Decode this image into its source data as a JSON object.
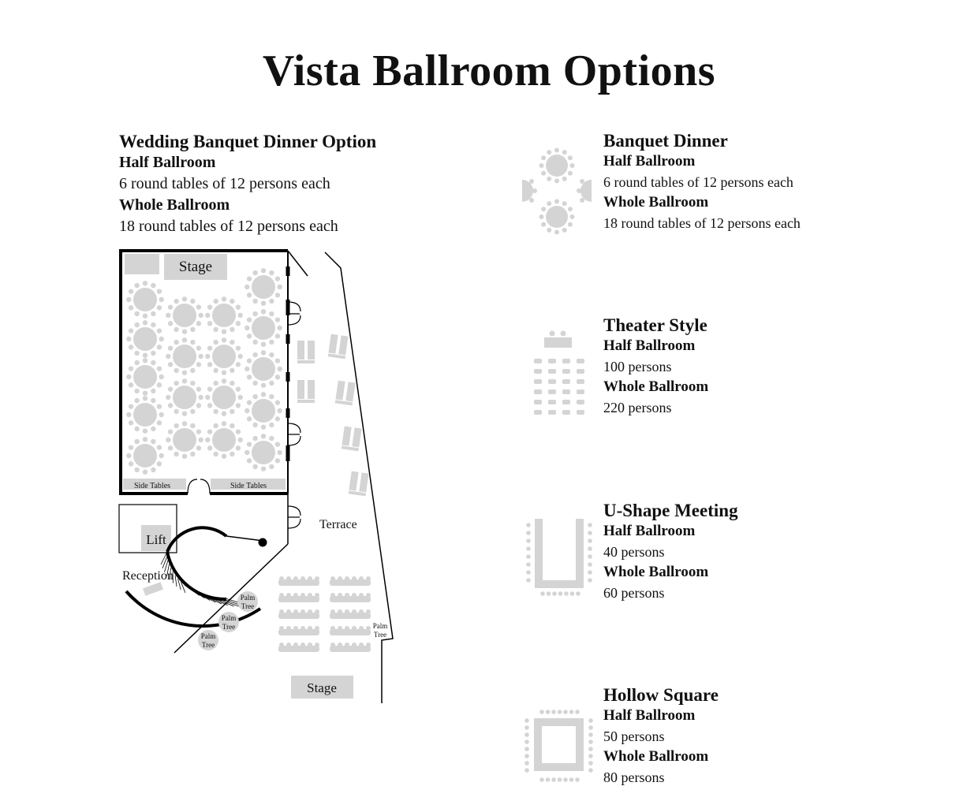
{
  "page": {
    "title": "Vista Ballroom Options"
  },
  "wedding": {
    "heading": "Wedding Banquet Dinner Option",
    "half_label": "Half Ballroom",
    "half_text": "6 round tables of 12 persons each",
    "whole_label": "Whole Ballroom",
    "whole_text": "18 round tables of 12 persons each"
  },
  "floorplan": {
    "stage_top": "Stage",
    "side_tables_left": "Side Tables",
    "side_tables_right": "Side Tables",
    "lift": "Lift",
    "reception": "Reception",
    "terrace": "Terrace",
    "palm_tree_1": [
      "Palm",
      "Tree"
    ],
    "palm_tree_2": [
      "Palm",
      "Tree"
    ],
    "palm_tree_3": [
      "Palm",
      "Tree"
    ],
    "palm_tree_4": [
      "Palm",
      "Tree"
    ],
    "stage_bottom": "Stage",
    "fill_color": "#d4d4d4",
    "wall_color": "#000000"
  },
  "options": [
    {
      "heading": "Banquet Dinner",
      "half_label": "Half Ballroom",
      "half_text": "6 round tables of 12 persons each",
      "whole_label": "Whole Ballroom",
      "whole_text": "18 round tables of 12 persons each",
      "icon": "banquet-layout-icon"
    },
    {
      "heading": "Theater Style",
      "half_label": "Half Ballroom",
      "half_text": "100 persons",
      "whole_label": "Whole Ballroom",
      "whole_text": "220 persons",
      "icon": "theater-layout-icon"
    },
    {
      "heading": "U-Shape Meeting",
      "half_label": "Half  Ballroom",
      "half_text": "40 persons",
      "whole_label": "Whole Ballroom",
      "whole_text": "60 persons",
      "icon": "u-shape-layout-icon"
    },
    {
      "heading": "Hollow Square",
      "half_label": "Half Ballroom",
      "half_text": "50 persons",
      "whole_label": "Whole Ballroom",
      "whole_text": "80 persons",
      "icon": "hollow-square-layout-icon"
    }
  ]
}
